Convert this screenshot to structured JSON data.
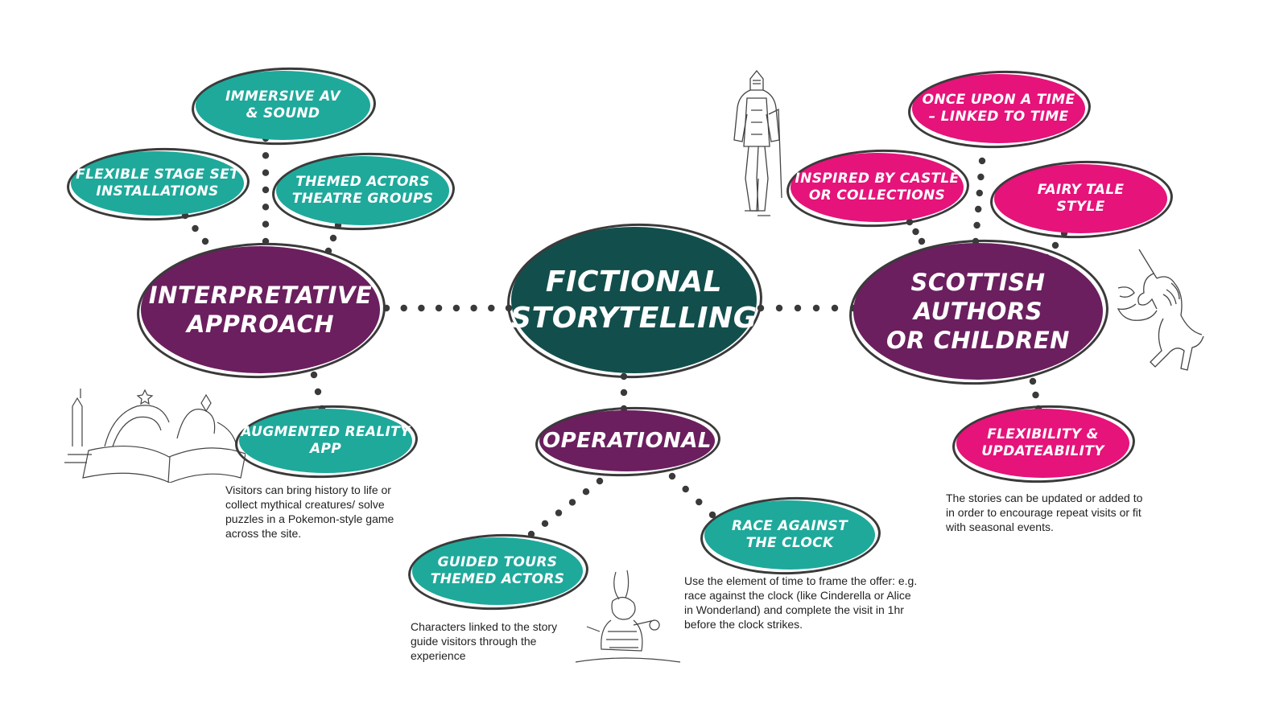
{
  "center": {
    "label": "FICTIONAL\nSTORYTELLING"
  },
  "branches": {
    "interpretative": {
      "label": "INTERPRETATIVE\nAPPROACH"
    },
    "scottish": {
      "label": "SCOTTISH AUTHORS\nOR CHILDREN"
    },
    "operational": {
      "label": "OPERATIONAL"
    }
  },
  "ideas": {
    "immersive_av": "IMMERSIVE AV\n& SOUND",
    "flexible_stage": "FLEXIBLE STAGE SET\nINSTALLATIONS",
    "themed_actors_theatre": "THEMED ACTORS\nTHEATRE GROUPS",
    "augmented_reality": "AUGMENTED REALITY\nAPP",
    "once_upon": "ONCE UPON A TIME\n– LINKED TO TIME",
    "inspired_castle": "INSPIRED BY CASTLE\nOR COLLECTIONS",
    "fairy_tale": "FAIRY TALE\nSTYLE",
    "flexibility": "FLEXIBILITY &\nUPDATEABILITY",
    "guided_tours": "GUIDED TOURS\nTHEMED ACTORS",
    "race_clock": "RACE AGAINST\nTHE CLOCK"
  },
  "notes": {
    "augmented_reality": "Visitors can bring history to life or collect mythical creatures/ solve puzzles in a Pokemon-style game across the site.",
    "flexibility": "The stories can be updated or added to in order to encourage repeat visits or fit with seasonal events.",
    "guided_tours": "Characters linked to the story guide visitors through the experience",
    "race_clock": "Use the element of time to frame the offer: e.g. race against the clock (like Cinderella or Alice in Wonderland) and complete the visit in 1hr before the clock strikes."
  },
  "colors": {
    "teal": "#1ea99b",
    "magenta": "#e5137a",
    "purple": "#6b1f5e",
    "dark_teal": "#124f4c",
    "outline": "#3a3a3a",
    "dots": "#3a3a3a"
  },
  "illustrations": [
    "knight-illustration",
    "unicorn-illustration",
    "fairytale-book-illustration",
    "white-rabbit-illustration"
  ]
}
